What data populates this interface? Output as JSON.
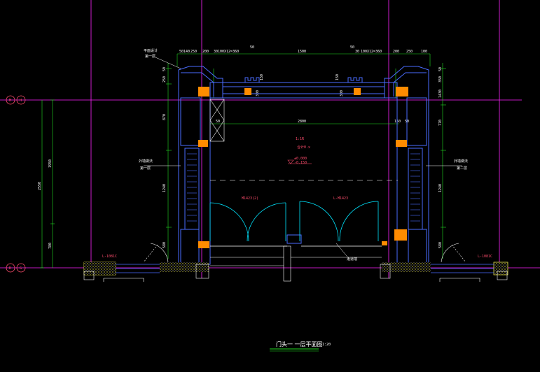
{
  "colors": {
    "background": "#000000",
    "wall": "#4a6cff",
    "column": "#ff8c00",
    "dimension": "#22dd22",
    "gridline": "#ff22ff",
    "door": "#00e5ff",
    "text": "#ffffff",
    "note": "#ff4d6d",
    "hatch": "#e6e14a"
  },
  "axis_bubbles": {
    "top_left": "M",
    "top_right": "H",
    "bottom_left": "K",
    "bottom_right": "G"
  },
  "top_dims": [
    "50",
    "140",
    "250",
    "200",
    "30",
    "100X12=360",
    "50",
    "1500",
    "50",
    "30",
    "100X12=360",
    "200",
    "250",
    "100"
  ],
  "left_dims": [
    "50",
    "250",
    "870",
    "1240",
    "580"
  ],
  "right_dims": [
    "50",
    "350",
    "1430",
    "770",
    "1240",
    "580"
  ],
  "outer_dims": {
    "upper": "1950",
    "total": "2550",
    "lower": "780"
  },
  "inner_dims": {
    "left": "50",
    "width": "2800",
    "right": "150",
    "right_b": "50"
  },
  "small_dims": {
    "left_a": "300",
    "left_b": "150",
    "right_a": "300",
    "right_b": "150"
  },
  "level_mark": "±0.000",
  "level_a": "-0.150",
  "red_notes": [
    "1:1R",
    "合计0.x",
    "±0.00"
  ],
  "door_tags": {
    "left": "M1423(2)",
    "right": "L-M1423"
  },
  "side_tags": {
    "left": "L-1081C",
    "right": "L-1081C"
  },
  "leader_labels": {
    "top_left_1": "平面设计",
    "top_left_2": "第一层",
    "mid_left_1": "外墙做法",
    "mid_left_2": "第一层",
    "mid_right_1": "外墙做法",
    "mid_right_2": "第二层",
    "bottom_center": "走道墙"
  },
  "drawing_title": "门头一 一层平面图",
  "drawing_scale": "1:20"
}
